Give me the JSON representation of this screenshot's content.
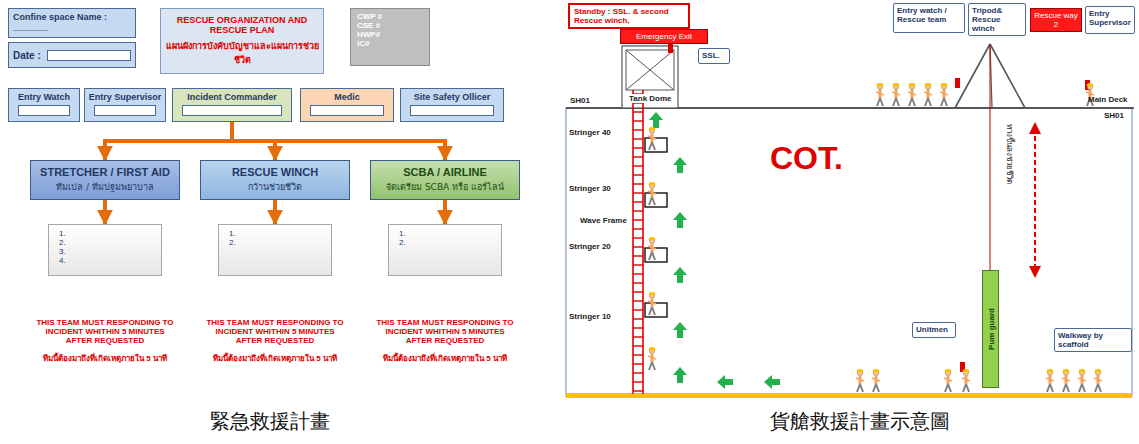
{
  "diagram": {
    "nodes": [
      {
        "text": [
          "Confine space Name : _______"
        ]
      },
      {
        "text": [
          "Date :"
        ]
      },
      {
        "text": [
          "RESCUE ORGANIZATION AND RESCUE PLAN",
          "แผนผังการบังคับบัญชาและแผนการช่วยชีวิต"
        ]
      },
      {
        "text": [
          "CWP #",
          "CSE #",
          "HWP#",
          "IC#"
        ]
      },
      {
        "text": [
          "Entry Watch"
        ]
      },
      {
        "text": [
          "Entry Supervisor"
        ]
      },
      {
        "text": [
          "Incident Commander"
        ]
      },
      {
        "text": [
          "Medic"
        ]
      },
      {
        "text": [
          "Site Safety Ollicer"
        ]
      },
      {
        "text": [
          "STRETCHER / FIRST AID",
          "ทีมเปล / ทีมปฐมพยาบาล"
        ]
      },
      {
        "text": [
          "RESCUE WINCH",
          "กว้านช่วยชีวิต"
        ]
      },
      {
        "text": [
          "SCBA / AIRLINE",
          "จัดเตรียม SCBA หรือ แอร์ไลน์"
        ]
      },
      {
        "text": [
          "1.",
          "2.",
          "3.",
          "4."
        ]
      },
      {
        "text": [
          "1.",
          "2."
        ]
      },
      {
        "text": [
          "1.",
          "2."
        ]
      },
      {
        "text": [
          "Standby : SSL. & second Rescue winch,"
        ]
      },
      {
        "text": [
          "Emergency Exit"
        ]
      },
      {
        "text": [
          "SSL."
        ]
      },
      {
        "text": [
          "Entry watch / Rescue team"
        ]
      },
      {
        "text": [
          "Tripod& Rescue winch"
        ]
      },
      {
        "text": [
          "Rescue way 2"
        ]
      },
      {
        "text": [
          "Entry Supervisor"
        ]
      },
      {
        "text": [
          "Unitmen"
        ]
      },
      {
        "text": [
          "Pum guard"
        ]
      },
      {
        "text": [
          "Walkway by scaffold"
        ]
      }
    ],
    "edges": [
      {
        "from": 6,
        "to": 9,
        "arrow": "to"
      },
      {
        "from": 6,
        "to": 10,
        "arrow": "to"
      },
      {
        "from": 6,
        "to": 11,
        "arrow": "to"
      },
      {
        "from": 9,
        "to": 12,
        "arrow": "to"
      },
      {
        "from": 10,
        "to": 13,
        "arrow": "to"
      },
      {
        "from": 11,
        "to": 14,
        "arrow": "to"
      }
    ],
    "labels": [
      "THIS TEAM MUST RESPONDING TO INCIDENT WHITHIN 5 MINUTES AFTER REQUESTED",
      "ทีมนี้ต้องมาถึงที่เกิดเหตุภายใน 5 นาที",
      "THIS TEAM MUST RESPONDING TO INCIDENT WHITHIN 5 MINUTES AFTER REQUESTED",
      "ทีมนี้ต้องมาถึงที่เกิดเหตุภายใน 5 นาที",
      "THIS TEAM MUST RESPONDING TO INCIDENT WHITHIN 5 MINUTES AFTER REQUESTED",
      "ทีมนี้ต้องมาถึงที่เกิดเหตุภายใน 5 นาที",
      "SH01",
      "Tank Dome",
      "Main Deck",
      "SH01",
      "Stringer 40",
      "Stringer 30",
      "Stringer 20",
      "Stringer 10",
      "Wave Frame",
      "COT.",
      "ทางขึ้นลงช่วยชีวิต",
      "緊急救援計畫",
      "貨艙救援計畫示意圖"
    ]
  }
}
